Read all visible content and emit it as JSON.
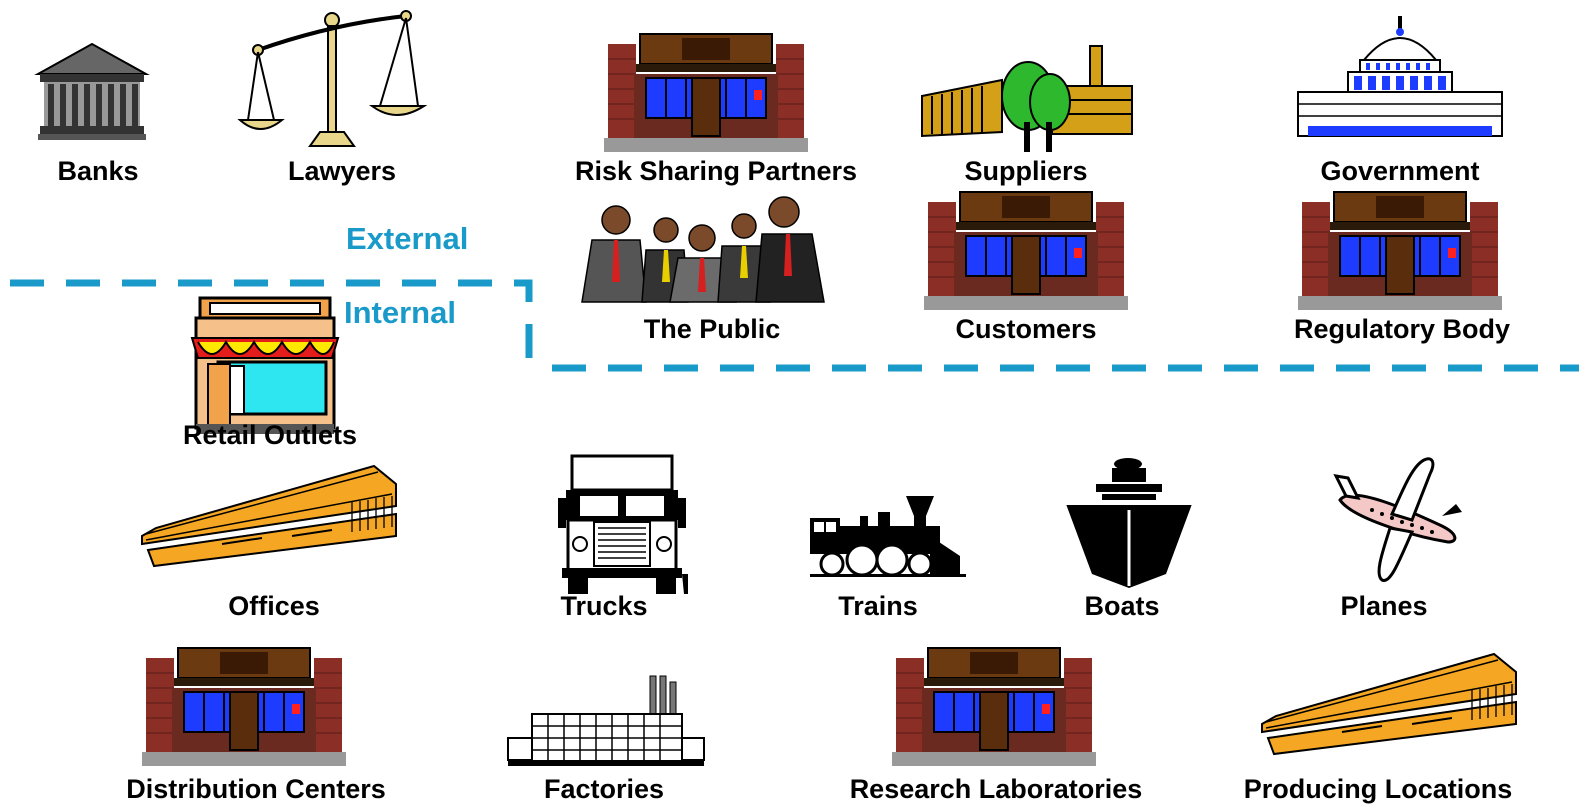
{
  "colors": {
    "boundary": "#1a9ac9",
    "zone_text": "#1a9ac9",
    "brick": "#8b2f26",
    "awning_brown": "#5a2d0c",
    "window_blue": "#1e3cff",
    "building_orange": "#f5a623",
    "building_gold": "#d4a017"
  },
  "zones": {
    "external": "External",
    "internal": "Internal"
  },
  "external_items": [
    {
      "label": "Banks",
      "icon": "bank-icon"
    },
    {
      "label": "Lawyers",
      "icon": "scales-icon"
    },
    {
      "label": "Risk Sharing Partners",
      "icon": "storefront-icon"
    },
    {
      "label": "Suppliers",
      "icon": "supplier-building-icon"
    },
    {
      "label": "Government",
      "icon": "capitol-icon"
    },
    {
      "label": "The Public",
      "icon": "people-group-icon"
    },
    {
      "label": "Customers",
      "icon": "storefront-icon"
    },
    {
      "label": "Regulatory Body",
      "icon": "storefront-icon"
    }
  ],
  "internal_items": [
    {
      "label": "Retail Outlets",
      "icon": "retail-shop-icon"
    },
    {
      "label": "Offices",
      "icon": "office-building-icon"
    },
    {
      "label": "Trucks",
      "icon": "truck-icon"
    },
    {
      "label": "Trains",
      "icon": "train-icon"
    },
    {
      "label": "Boats",
      "icon": "boat-icon"
    },
    {
      "label": "Planes",
      "icon": "plane-icon"
    },
    {
      "label": "Distribution Centers",
      "icon": "storefront-icon"
    },
    {
      "label": "Factories",
      "icon": "factory-icon"
    },
    {
      "label": "Research Laboratories",
      "icon": "storefront-icon"
    },
    {
      "label": "Producing Locations",
      "icon": "office-building-icon"
    }
  ]
}
